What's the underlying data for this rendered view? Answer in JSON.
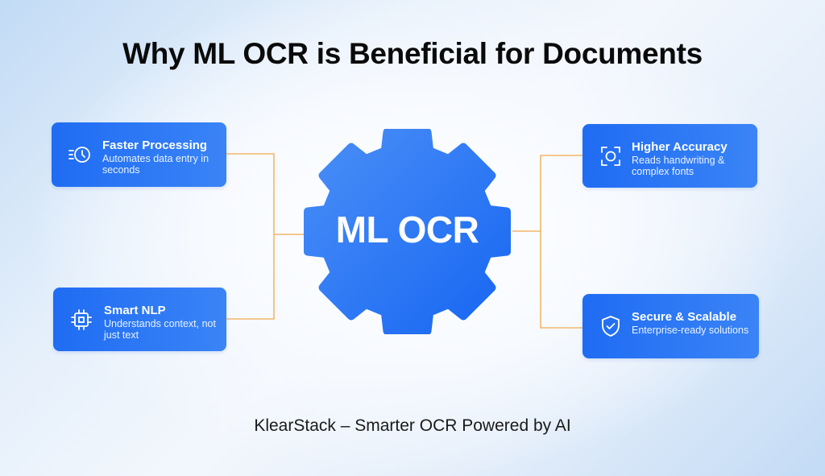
{
  "title": "Why ML OCR is Beneficial for Documents",
  "center": {
    "label": "ML OCR",
    "shape": "gear"
  },
  "colors": {
    "card_gradient_start": "#1f6cf3",
    "card_gradient_end": "#3a84f6",
    "gear_gradient_start": "#4a8ff7",
    "gear_gradient_end": "#1766f2",
    "connector": "#f2b76a",
    "title_text": "#0a0a0a"
  },
  "benefits": [
    {
      "icon": "fast-clock-icon",
      "title": "Faster Processing",
      "description": "Automates data entry in seconds",
      "side": "left"
    },
    {
      "icon": "chip-icon",
      "title": "Smart NLP",
      "description": "Understands context, not just text",
      "side": "left"
    },
    {
      "icon": "scan-focus-icon",
      "title": "Higher Accuracy",
      "description": "Reads handwriting & complex fonts",
      "side": "right"
    },
    {
      "icon": "shield-check-icon",
      "title": "Secure & Scalable",
      "description": "Enterprise-ready solutions",
      "side": "right"
    }
  ],
  "footer": "KlearStack – Smarter OCR Powered by AI"
}
